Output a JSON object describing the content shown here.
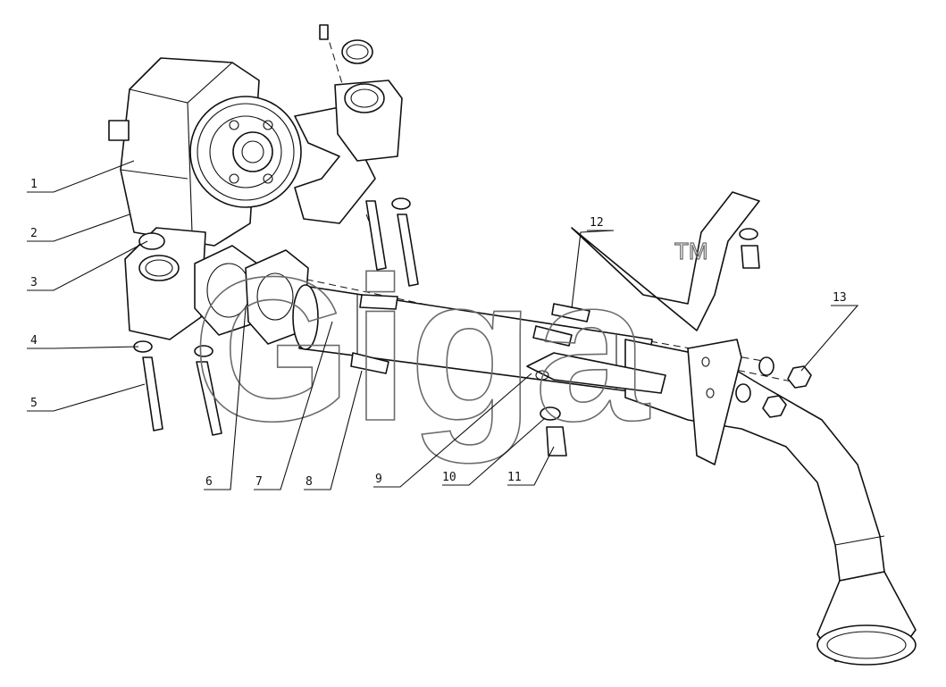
{
  "diagram": {
    "kind": "exploded-parts-view",
    "watermark": {
      "text": "Giga",
      "mark": "TM"
    },
    "callouts": [
      "1",
      "2",
      "3",
      "4",
      "5",
      "6",
      "7",
      "8",
      "9",
      "10",
      "11",
      "12",
      "13"
    ],
    "colors": {
      "line": "#111111",
      "watermark": "#6b6b6b",
      "background": "#ffffff"
    }
  }
}
